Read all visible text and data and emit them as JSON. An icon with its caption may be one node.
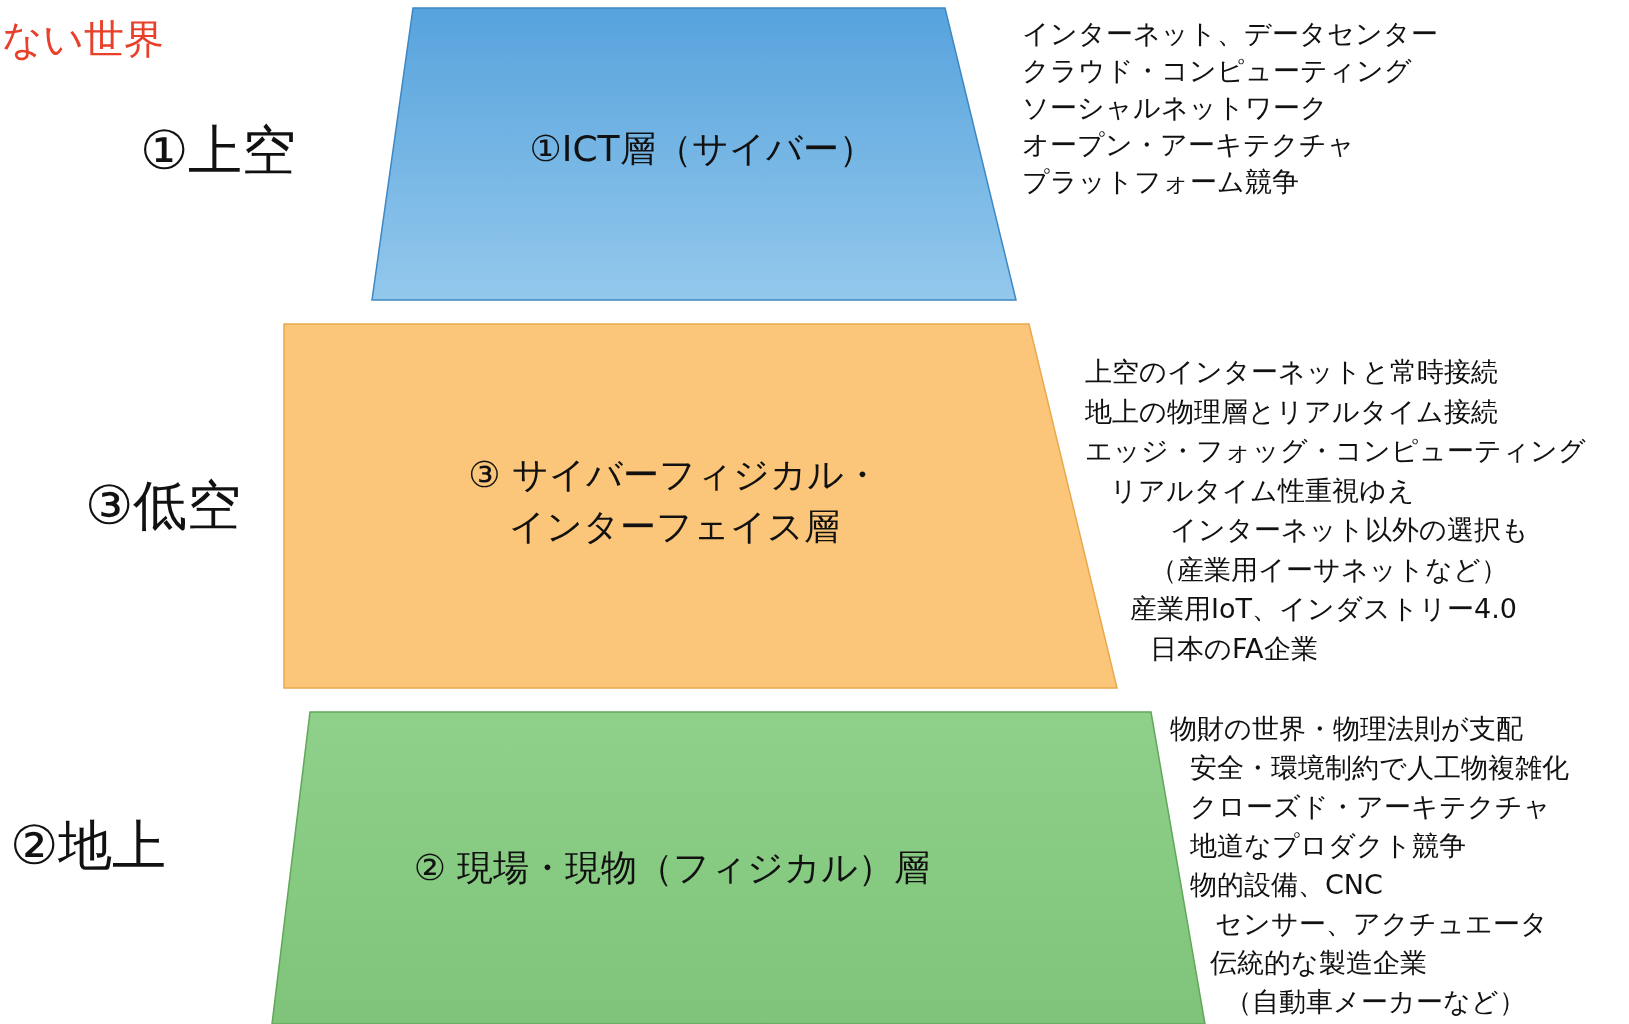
{
  "diagram": {
    "nodes": [
      {
        "text": [
          "①ICT層（サイバー）"
        ],
        "beside": [
          "インターネット、データセンター",
          "クラウド・コンピューティング",
          "ソーシャルネットワーク",
          "オープン・アーキテクチャ",
          "プラットフォーム競争"
        ]
      },
      {
        "text": [
          "③ サイバーフィジカル・インターフェイス層"
        ],
        "beside": [
          "上空のインターネットと常時接続",
          "地上の物理層とリアルタイム接続",
          "エッジ・フォッグ・コンピューティング",
          "リアルタイム性重視ゆえ",
          "インターネット以外の選択も",
          "（産業用イーサネットなど）",
          "産業用IoT、インダストリー4.0",
          "日本のFA企業"
        ]
      },
      {
        "text": [
          "② 現場・現物（フィジカル）層"
        ],
        "beside": [
          "物財の世界・物理法則が支配",
          "安全・環境制約で人工物複雑化",
          "クローズド・アーキテクチャ",
          "地道なプロダクト競争",
          "物的設備、CNC",
          "センサー、アクチュエータ",
          "伝統的な製造企業",
          "（自動車メーカーなど）"
        ]
      }
    ],
    "labels": [
      "ない世界",
      "①上空",
      "③低空",
      "②地上"
    ]
  }
}
